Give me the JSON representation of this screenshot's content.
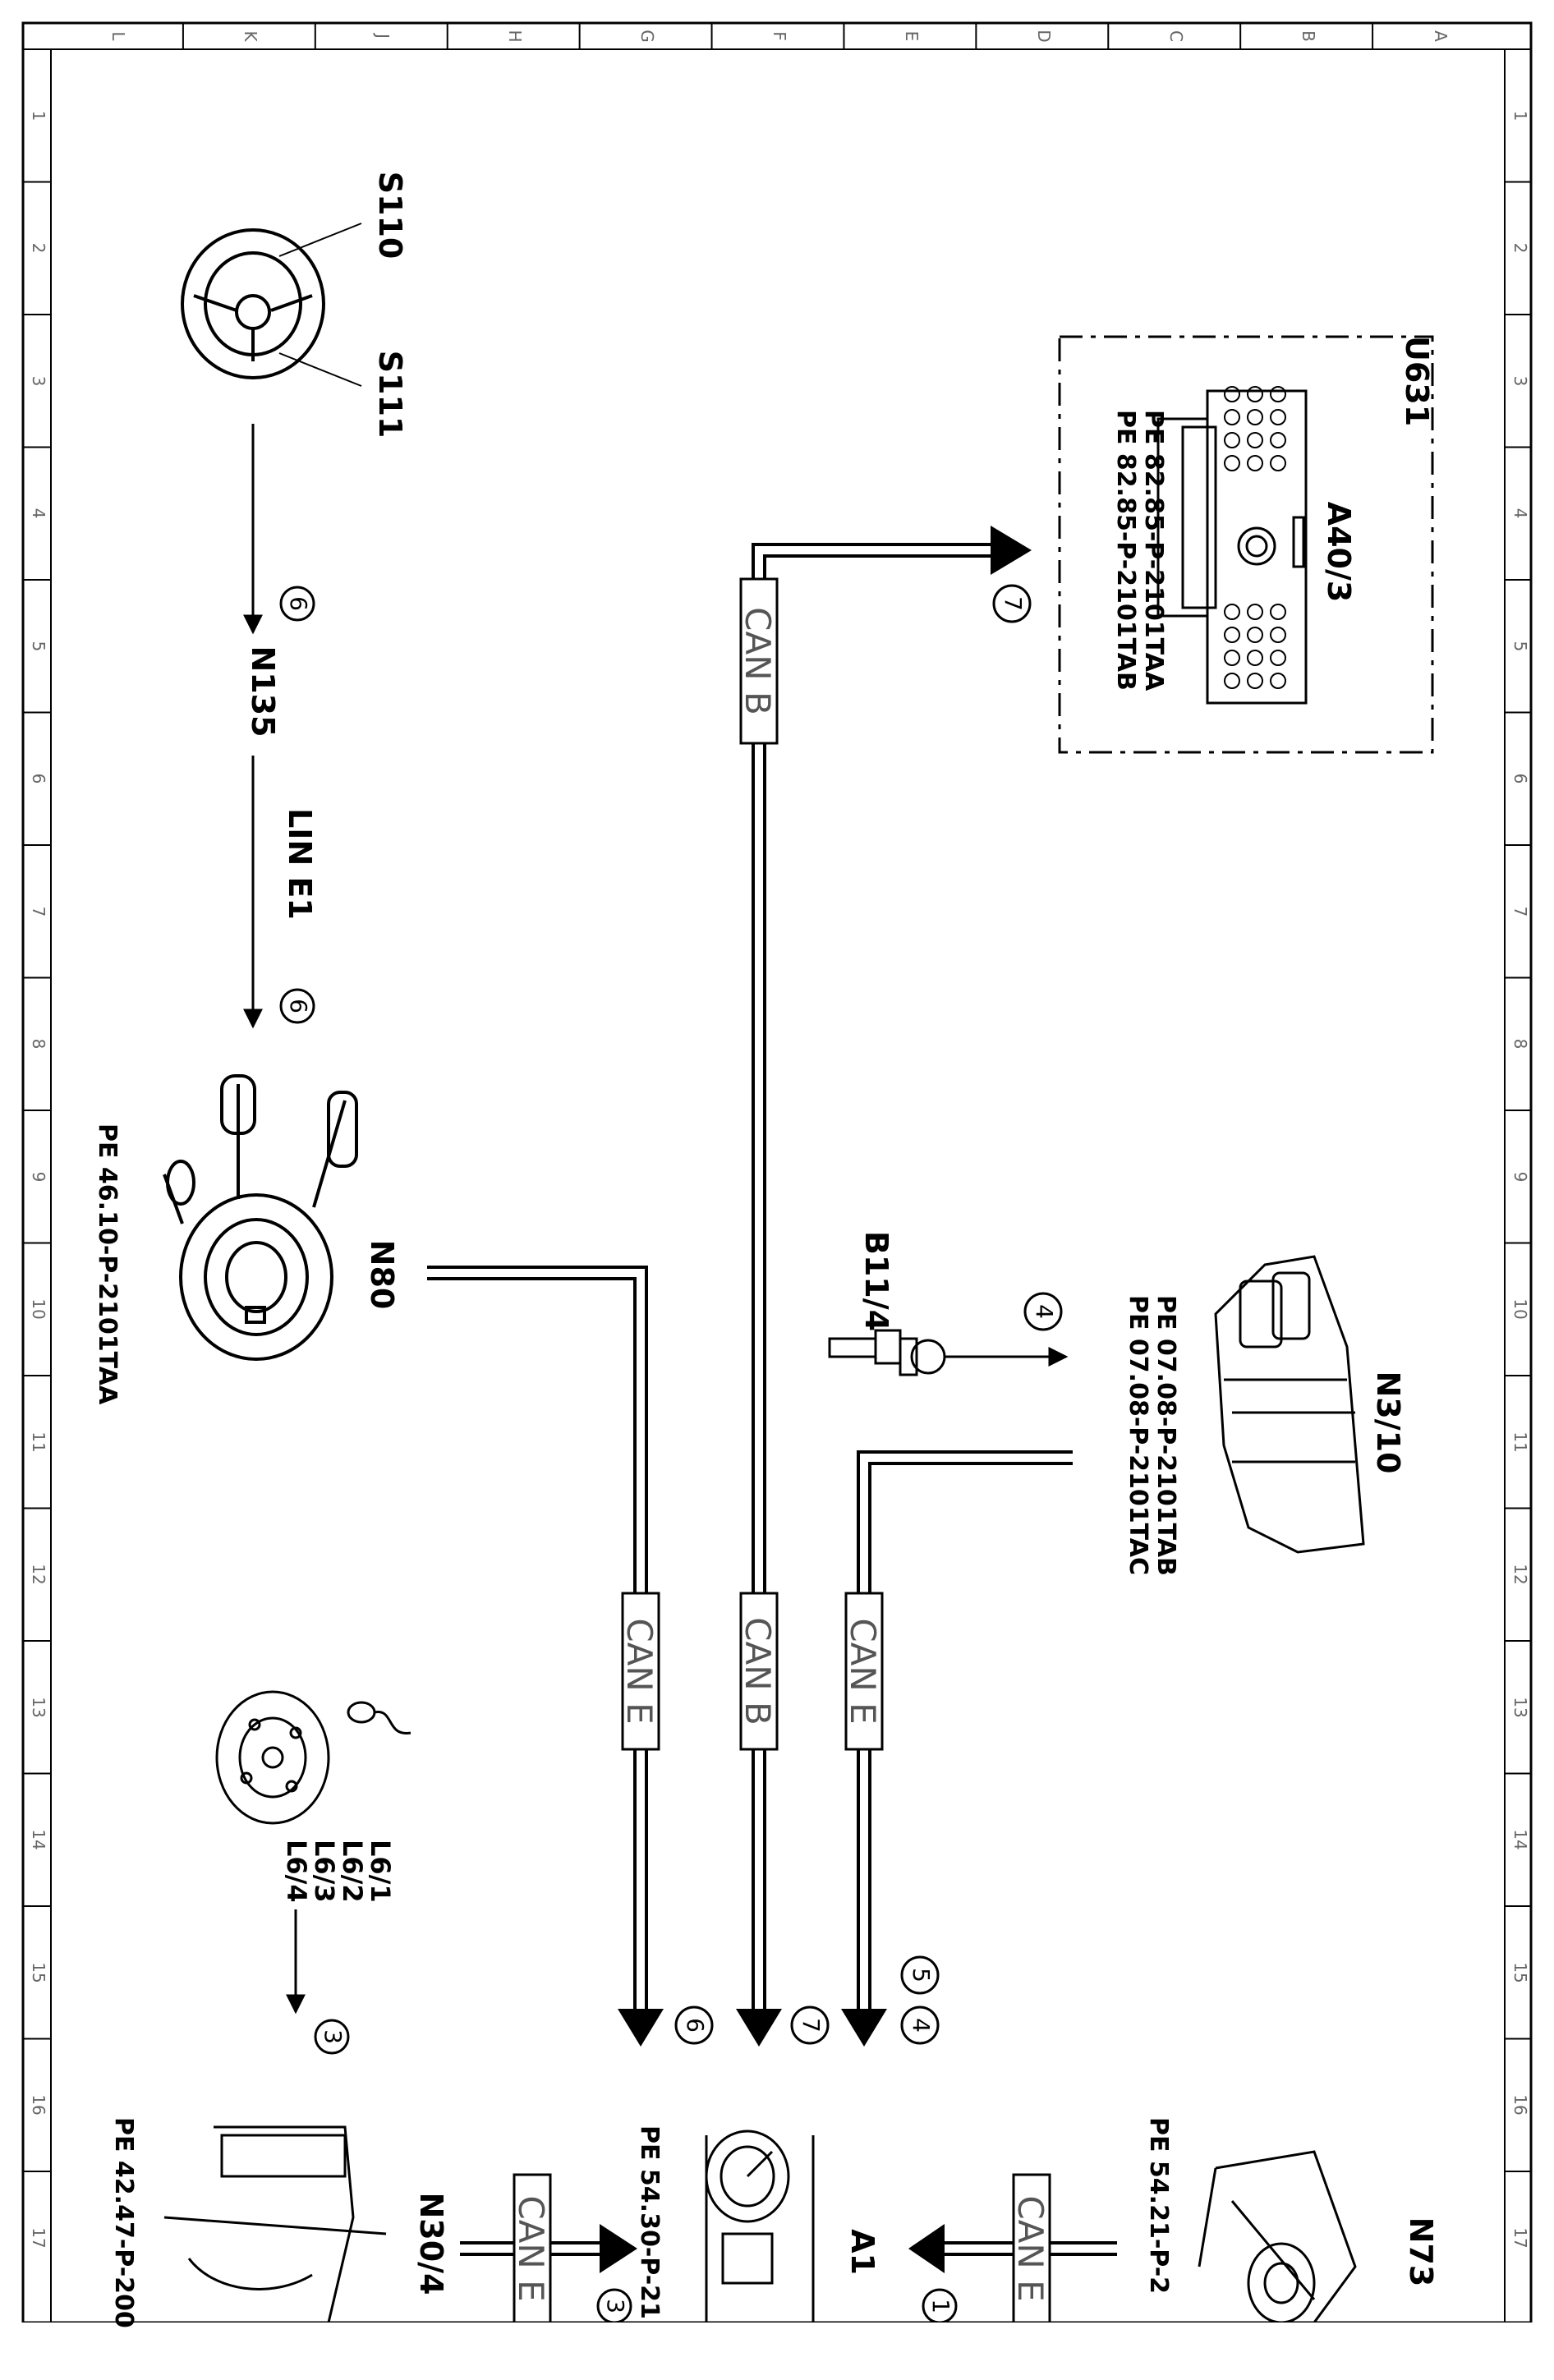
{
  "frame": {
    "columns": [
      "L",
      "K",
      "J",
      "H",
      "G",
      "F",
      "E",
      "D",
      "C",
      "B",
      "A"
    ],
    "rows": [
      "1",
      "2",
      "3",
      "4",
      "5",
      "6",
      "7",
      "8",
      "9",
      "10",
      "11",
      "12",
      "13",
      "14",
      "15",
      "16",
      "17"
    ]
  },
  "components": {
    "s110": "S110",
    "s111": "S111",
    "n135": "N135",
    "n80": "N80",
    "l6": "L6/1\nL6/2\nL6/3\nL6/4",
    "n30_4": "N30/4",
    "a1": "A1",
    "n73": "N73",
    "u631": "U631",
    "a40_3": "A40/3",
    "b11_4": "B11/4",
    "n3_10": "N3/10"
  },
  "references": {
    "a40_3_a": "PE 82.85-P-2101TAA",
    "a40_3_b": "PE 82.85-P-2101TAB",
    "n3_10_a": "PE 07.08-P-2101TAB",
    "n3_10_b": "PE 07.08-P-2101TAC",
    "n80": "PE 46.10-P-2101TAA",
    "n30_4": "PE 42.47-P-200",
    "a1": "PE 54.30-P-21",
    "n73": "PE 54.21-P-2"
  },
  "buses": {
    "lin_e1": "LIN E1",
    "can_b": "CAN B",
    "can_e": "CAN E"
  },
  "signals": {
    "one": "1",
    "three": "3",
    "four": "4",
    "five": "5",
    "six": "6",
    "seven": "7"
  }
}
